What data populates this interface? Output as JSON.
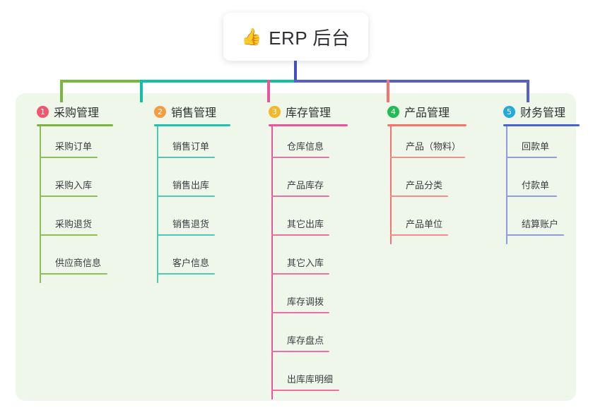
{
  "diagram": {
    "type": "mind-map",
    "background_color": "#ffffff",
    "panel_color": "#eef7e9",
    "root": {
      "icon": "thumbs-up-icon",
      "icon_glyph": "👍",
      "label": "ERP 后台",
      "card_color": "#ffffff",
      "stem_color": "#4050bf"
    },
    "trunk": {
      "segments": [
        {
          "name": "trunk-green",
          "color": "#77b83f"
        },
        {
          "name": "trunk-teal",
          "color": "#13bfa6"
        },
        {
          "name": "trunk-blue",
          "color": "#5560c8"
        }
      ]
    },
    "branches": [
      {
        "number": "1",
        "title": "采购管理",
        "badge_color": "#f2556f",
        "line_color": "#7cb342",
        "drop_color": "#77b83f",
        "rule_width": 108,
        "items": [
          {
            "label": "采购订单",
            "rule_width": 82
          },
          {
            "label": "采购入库",
            "rule_width": 82
          },
          {
            "label": "采购退货",
            "rule_width": 82
          },
          {
            "label": "供应商信息",
            "rule_width": 96
          }
        ]
      },
      {
        "number": "2",
        "title": "销售管理",
        "badge_color": "#f59b42",
        "line_color": "#26bfae",
        "drop_color": "#13bfa6",
        "rule_width": 108,
        "items": [
          {
            "label": "销售订单",
            "rule_width": 82
          },
          {
            "label": "销售出库",
            "rule_width": 82
          },
          {
            "label": "销售退货",
            "rule_width": 82
          },
          {
            "label": "客户信息",
            "rule_width": 82
          }
        ]
      },
      {
        "number": "3",
        "title": "库存管理",
        "badge_color": "#f5b72a",
        "line_color": "#e8559a",
        "drop_color": "#e8559a",
        "rule_width": 112,
        "items": [
          {
            "label": "仓库信息",
            "rule_width": 82
          },
          {
            "label": "产品库存",
            "rule_width": 82
          },
          {
            "label": "其它出库",
            "rule_width": 82
          },
          {
            "label": "其它入库",
            "rule_width": 82
          },
          {
            "label": "库存调拨",
            "rule_width": 82
          },
          {
            "label": "库存盘点",
            "rule_width": 82
          },
          {
            "label": "出库库明细",
            "rule_width": 96
          }
        ]
      },
      {
        "number": "4",
        "title": "产品管理",
        "badge_color": "#22bb55",
        "line_color": "#f4736e",
        "drop_color": "#f4736e",
        "rule_width": 112,
        "items": [
          {
            "label": "产品（物料）",
            "rule_width": 106
          },
          {
            "label": "产品分类",
            "rule_width": 82
          },
          {
            "label": "产品单位",
            "rule_width": 82
          }
        ]
      },
      {
        "number": "5",
        "title": "财务管理",
        "badge_color": "#23a8e0",
        "line_color": "#4a63c8",
        "drop_color": "#5560c8",
        "rule_width": 108,
        "items": [
          {
            "label": "回款单",
            "rule_width": 72
          },
          {
            "label": "付款单",
            "rule_width": 72
          },
          {
            "label": "结算账户",
            "rule_width": 82
          }
        ]
      }
    ]
  }
}
